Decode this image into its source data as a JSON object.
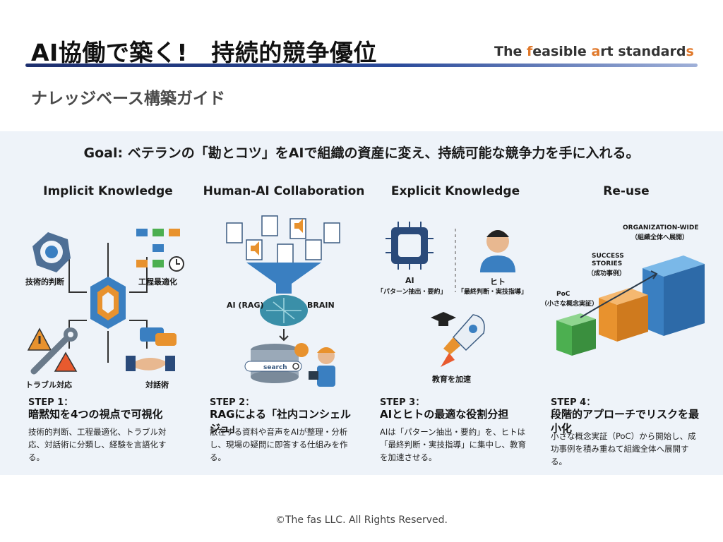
{
  "header": {
    "title": "AI協働で築く!　持続的競争優位",
    "brand": {
      "part1": "The ",
      "accent1": "f",
      "part2": "easible ",
      "accent2": "a",
      "part3": "rt standard",
      "accent3": "s"
    },
    "subtitle": "ナレッジベース構築ガイド"
  },
  "goal": "Goal: ベテランの「勘とコツ」をAIで組織の資産に変え、持続可能な競争力を手に入れる。",
  "columns": [
    {
      "heading": "Implicit Knowledge",
      "labels": [
        "技術的判断",
        "工程最適化",
        "トラブル対応",
        "対話術"
      ],
      "step_label": "STEP 1：",
      "step_title": "暗黙知を4つの視点で可視化",
      "step_desc": "技術的判断、工程最適化、トラブル対応、対話術に分類し、経験を言語化する。"
    },
    {
      "heading": "Human-AI Collaboration",
      "labels": [
        "AI (RAG)",
        "BRAIN",
        "search"
      ],
      "step_label": "STEP 2：",
      "step_title": "RAGによる「社内コンシェルジュ」",
      "step_desc": "散在する資料や音声をAIが整理・分析し、現場の疑問に即答する仕組みを作る。"
    },
    {
      "heading": "Explicit Knowledge",
      "labels": [
        "AI",
        "「パターン抽出・要約」",
        "ヒト",
        "「最終判断・実技指導」",
        "教育を加速"
      ],
      "step_label": "STEP 3：",
      "step_title": "AIとヒトの最適な役割分担",
      "step_desc": "AIは「パターン抽出・要約」を、ヒトは「最終判断・実技指導」に集中し、教育を加速させる。"
    },
    {
      "heading": "Re-use",
      "labels": [
        "ORGANIZATION-WIDE",
        "（組織全体へ展開）",
        "SUCCESS",
        "STORIES",
        "（成功事例）",
        "PoC",
        "（小さな概念実証）"
      ],
      "step_label": "STEP 4：",
      "step_title": "段階的アプローチでリスクを最小化",
      "step_desc": "小さな概念実証（PoC）から開始し、成功事例を積み重ねて組織全体へ展開する。"
    }
  ],
  "footer": "©The fas LLC. All Rights Reserved.",
  "colors": {
    "navy": "#1d2f6e",
    "accent": "#e0782a",
    "panel": "#eef3f9",
    "blue": "#3a7fc1",
    "orange": "#e8922e",
    "green": "#4caf50"
  }
}
